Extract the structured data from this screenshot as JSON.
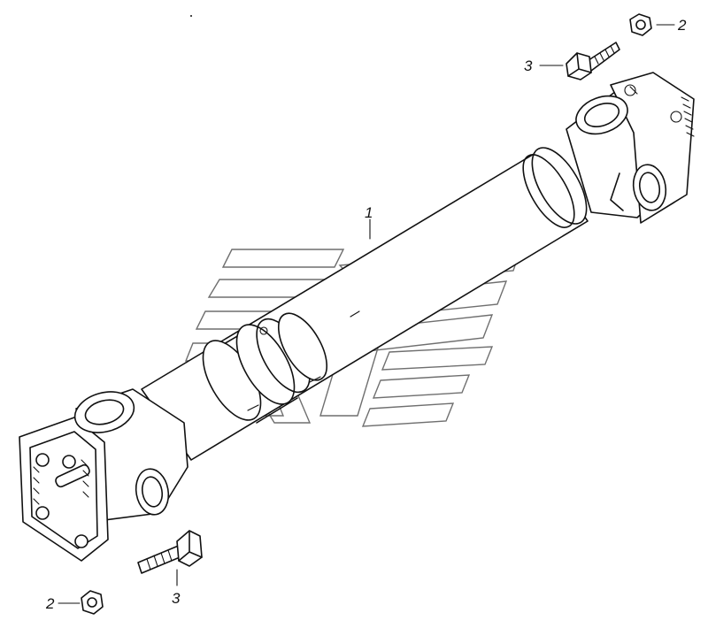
{
  "callouts": [
    {
      "id": "shaft",
      "text": "1"
    },
    {
      "id": "nut-top",
      "text": "2"
    },
    {
      "id": "bolt-top",
      "text": "3"
    },
    {
      "id": "nut-bottom",
      "text": "2"
    },
    {
      "id": "bolt-bottom",
      "text": "3"
    }
  ],
  "colors": {
    "line": "#111111",
    "watermark": "#6f6f6f",
    "background": "#ffffff"
  }
}
